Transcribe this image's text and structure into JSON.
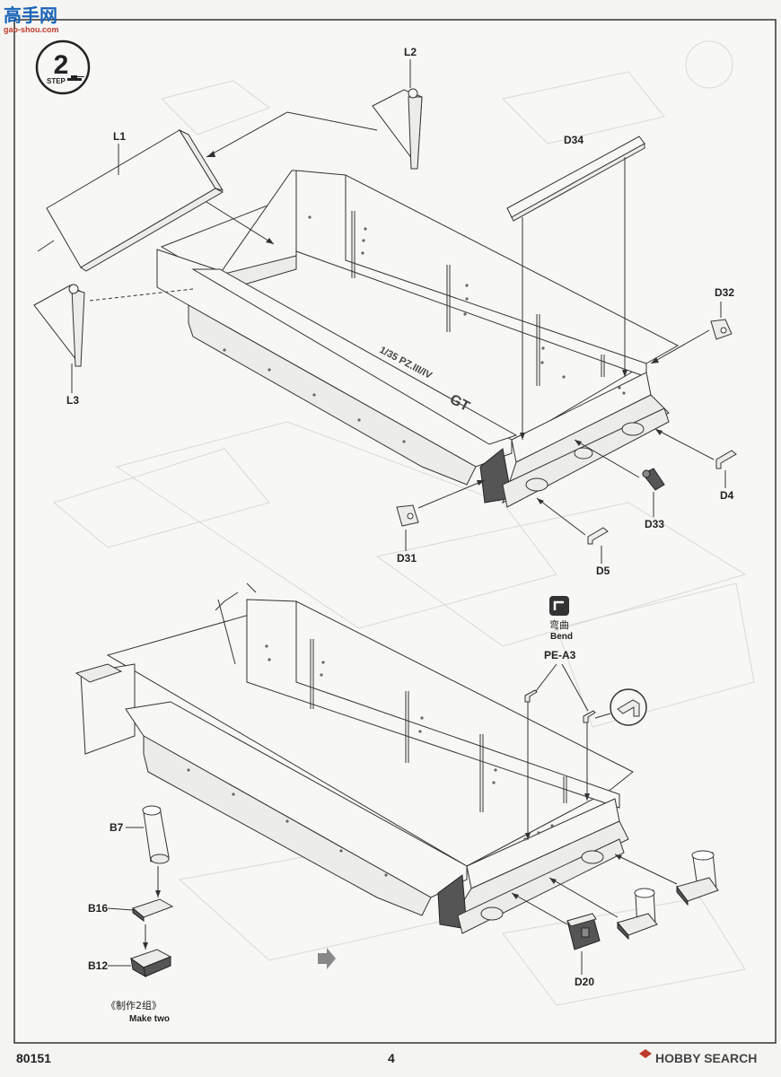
{
  "watermark": {
    "site_cn": "高手网",
    "site_url": "gao-shou.com"
  },
  "step": {
    "label": "STEP",
    "number": "2"
  },
  "hull_text": {
    "scale": "1/35 PZ.III/IV",
    "suffix": "GT"
  },
  "parts": {
    "L2": "L2",
    "L1": "L1",
    "L3": "L3",
    "D34": "D34",
    "D32": "D32",
    "D4": "D4",
    "D33": "D33",
    "D31": "D31",
    "D5": "D5",
    "PE_A3": "PE-A3",
    "B7": "B7",
    "B16": "B16",
    "B12": "B12",
    "D20": "D20"
  },
  "bend": {
    "cn": "弯曲",
    "en": "Bend"
  },
  "make_two": {
    "cn": "《制作2组》",
    "en": "Make two"
  },
  "footer": {
    "kit_number": "80151",
    "page_number": "4",
    "brand": "HOBBY SEARCH"
  }
}
